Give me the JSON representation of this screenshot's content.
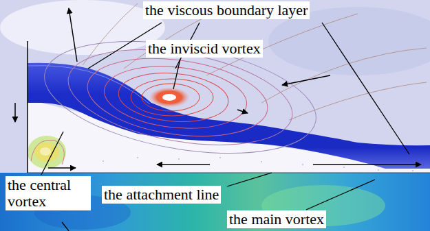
{
  "diagram": {
    "labels": [
      "the viscous boundary layer",
      "the inviscid vortex",
      "the central vortex",
      "the attachment line",
      "the main vortex"
    ]
  }
}
